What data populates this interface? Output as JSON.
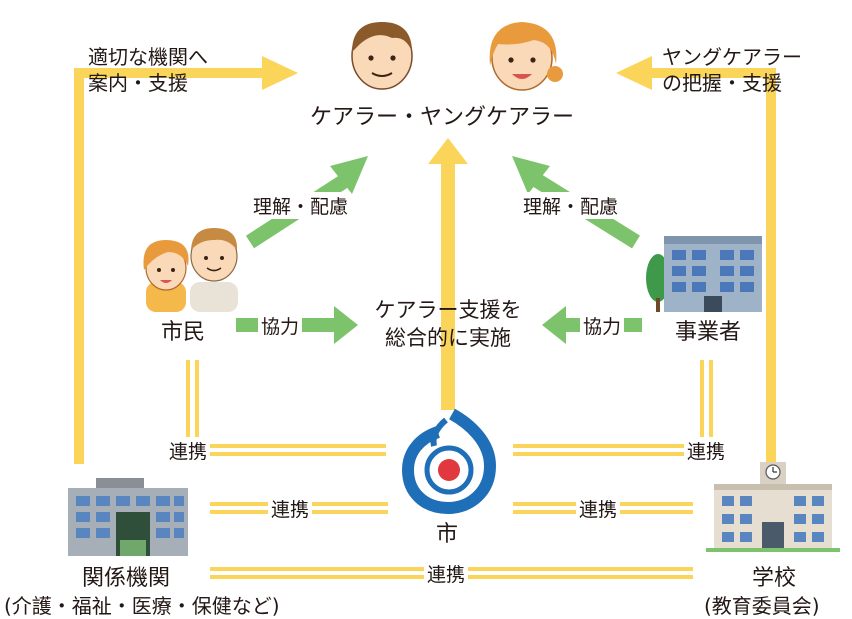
{
  "nodes": {
    "carers": "ケアラー・ヤングケアラー",
    "center": [
      "ケアラー支援を",
      "総合的に実施"
    ],
    "citizens": "市民",
    "business": "事業者",
    "city": "市",
    "agencies": "関係機関",
    "agencies_note": "(介護・福祉・医療・保健など)",
    "school": "学校",
    "school_note": "(教育委員会)"
  },
  "edge_labels": {
    "agencies_to_carers": [
      "適切な機関へ",
      "案内・支援"
    ],
    "school_to_carers": [
      "ヤングケアラー",
      "の把握・支援"
    ],
    "citizens_to_carers": "理解・配慮",
    "business_to_carers": "理解・配慮",
    "citizens_to_center": "協力",
    "business_to_center": "協力",
    "citizens_city": "連携",
    "business_city": "連携",
    "agencies_city": "連携",
    "school_city": "連携",
    "agencies_school": "連携"
  },
  "colors": {
    "yellow": "#FAD55A",
    "green": "#7DC36B",
    "text": "#231815",
    "city_logo_blue": "#1F6FB8",
    "city_logo_red": "#E0383E"
  },
  "icons": {
    "carers": "two-faces-icon",
    "citizens": "two-people-icon",
    "business": "office-building-icon",
    "agencies": "facility-building-icon",
    "school": "school-building-icon",
    "city": "city-emblem-icon"
  }
}
